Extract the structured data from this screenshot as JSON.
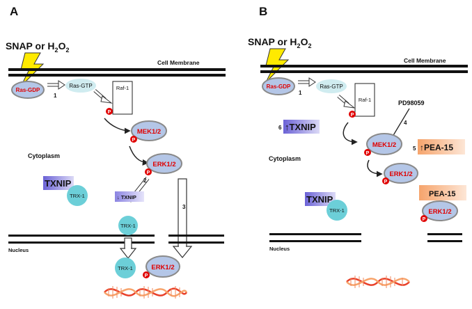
{
  "panels": {
    "A": {
      "letter": "A",
      "stimulus": "SNAP or H",
      "stimulus_sub": "2",
      "stimulus_sub2": "O",
      "stimulus_sub3": "2",
      "membrane_label": "Cell Membrane",
      "ras_gdp": "Ras-GDP",
      "ras_gtp": "Ras-GTP",
      "raf": "Raf-1",
      "mek": "MEK1/2",
      "erk": "ERK1/2",
      "cytoplasm": "Cytoplasm",
      "txnip": "TXNIP",
      "trx": "TRX-1",
      "trx_nucleus": "TRX-1",
      "trx_bottom": "TRX-1",
      "erk_bottom": "ERK1/2",
      "txnip_down": "↓ TXNIP",
      "nucleus": "Nucleus",
      "step1": "1",
      "step2": "2",
      "step3": "3",
      "p": "P"
    },
    "B": {
      "letter": "B",
      "stimulus": "SNAP or H",
      "stimulus_sub": "2",
      "stimulus_sub2": "O",
      "stimulus_sub3": "2",
      "membrane_label": "Cell  Membrane",
      "ras_gdp": "Ras-GDP",
      "ras_gtp": "Ras-GTP",
      "raf": "Raf-1",
      "inhibitor": "PD98059",
      "step4": "4",
      "step6": "6",
      "txnip_up": "↑TXNIP",
      "mek": "MEK1/2",
      "step5": "5",
      "pea15_up": "↑PEA-15",
      "cytoplasm": "Cytoplasm",
      "erk": "ERK1/2",
      "txnip": "TXNIP",
      "trx": "TRX-1",
      "pea15": "PEA-15",
      "erk_bound": "ERK1/2",
      "nucleus": "Nucleus",
      "step1": "1",
      "p": "P"
    }
  },
  "colors": {
    "ras_fill": "#b4c6e7",
    "ras_stroke": "#7f7f7f",
    "ras_gtp_fill": "#d0ecf0",
    "teal": "#6ccfd8",
    "red_text": "#e00000",
    "phospho": "#e00000",
    "txnip_grad_start": "#6b62d6",
    "pea_grad_start": "#f6a46c",
    "dna_red": "#e8402a",
    "dna_orange": "#f7a36a"
  }
}
